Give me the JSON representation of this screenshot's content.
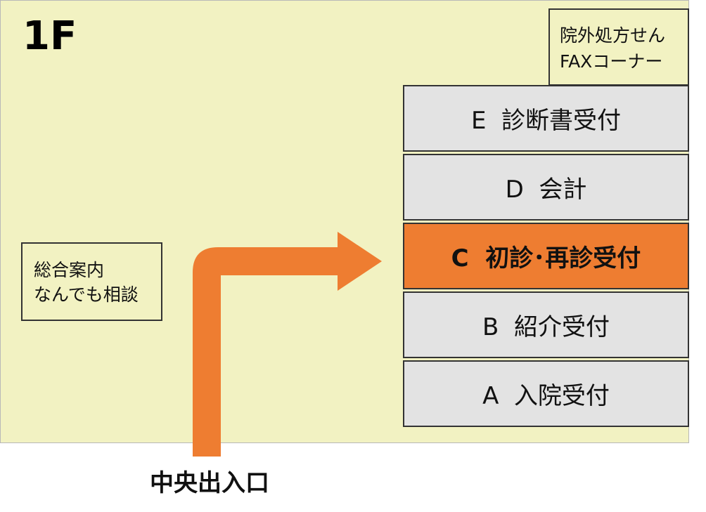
{
  "floor": {
    "label": "1F"
  },
  "fax_corner": {
    "line1": "院外処方せん",
    "line2": "FAXコーナー"
  },
  "counters": [
    {
      "letter": "E",
      "name": "診断書受付",
      "text": "E  診断書受付",
      "highlighted": false
    },
    {
      "letter": "D",
      "name": "会計",
      "text": "D  会計",
      "highlighted": false
    },
    {
      "letter": "C",
      "name": "初診･再診受付",
      "text": "C  初診･再診受付",
      "highlighted": true
    },
    {
      "letter": "B",
      "name": "紹介受付",
      "text": "B  紹介受付",
      "highlighted": false
    },
    {
      "letter": "A",
      "name": "入院受付",
      "text": "A  入院受付",
      "highlighted": false
    }
  ],
  "info_desk": {
    "line1": "総合案内",
    "line2": "なんでも相談"
  },
  "entrance": {
    "label": "中央出入口"
  },
  "colors": {
    "floor_bg": "#f2f2c2",
    "counter_bg": "#e3e3e3",
    "highlight": "#ee7d31"
  },
  "icons": {
    "route": "route-arrow-icon"
  }
}
